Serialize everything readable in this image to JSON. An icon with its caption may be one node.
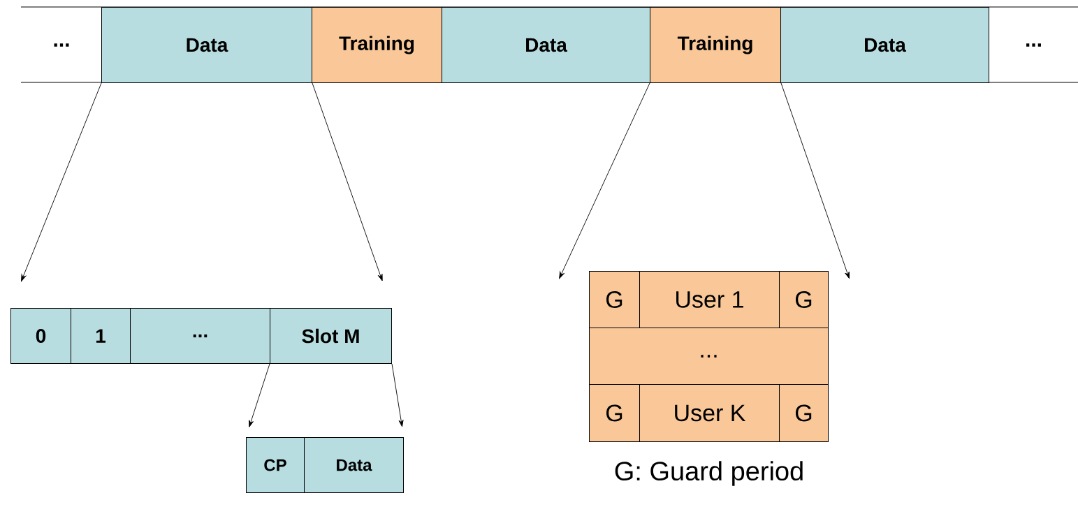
{
  "diagram": {
    "nodes": [
      {
        "text": [
          "..."
        ]
      },
      {
        "text": [
          "Data"
        ]
      },
      {
        "text": [
          "Training"
        ]
      },
      {
        "text": [
          "Data"
        ]
      },
      {
        "text": [
          "Training"
        ]
      },
      {
        "text": [
          "Data"
        ]
      },
      {
        "text": [
          "..."
        ]
      },
      {
        "text": [
          "0"
        ]
      },
      {
        "text": [
          "1"
        ]
      },
      {
        "text": [
          "..."
        ]
      },
      {
        "text": [
          "Slot M"
        ]
      },
      {
        "text": [
          "CP"
        ]
      },
      {
        "text": [
          "Data"
        ]
      },
      {
        "text": [
          "G"
        ]
      },
      {
        "text": [
          "User 1"
        ]
      },
      {
        "text": [
          "G"
        ]
      },
      {
        "text": [
          "..."
        ]
      },
      {
        "text": [
          "G"
        ]
      },
      {
        "text": [
          "User K"
        ]
      },
      {
        "text": [
          "G"
        ]
      }
    ],
    "edges": [
      {
        "from": 1,
        "to": 7,
        "arrow": "to"
      },
      {
        "from": 1,
        "to": 10,
        "arrow": "to"
      },
      {
        "from": 10,
        "to": 11,
        "arrow": "to"
      },
      {
        "from": 10,
        "to": 12,
        "arrow": "to"
      },
      {
        "from": 4,
        "to": 13,
        "arrow": "to"
      },
      {
        "from": 4,
        "to": 15,
        "arrow": "to"
      }
    ],
    "labels": [
      "G: Guard period"
    ]
  }
}
